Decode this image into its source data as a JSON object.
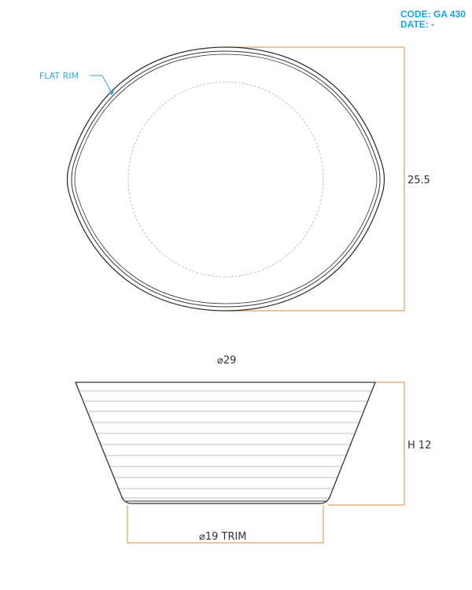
{
  "header": {
    "code": "CODE: GA 430",
    "date": "DATE: -"
  },
  "top_view": {
    "callout": "FLAT RIM",
    "depth_label": "25.5"
  },
  "side_view": {
    "diameter_label": "⌀29",
    "height_label": "H 12",
    "base_label": "⌀19 TRIM"
  },
  "colors": {
    "outline": "#333333",
    "dimension": "#e0a060",
    "callout": "#3aa6d8",
    "header": "#1aa3e0",
    "hidden_line": "#bbbbbb",
    "ridge": "#aaaaaa"
  }
}
